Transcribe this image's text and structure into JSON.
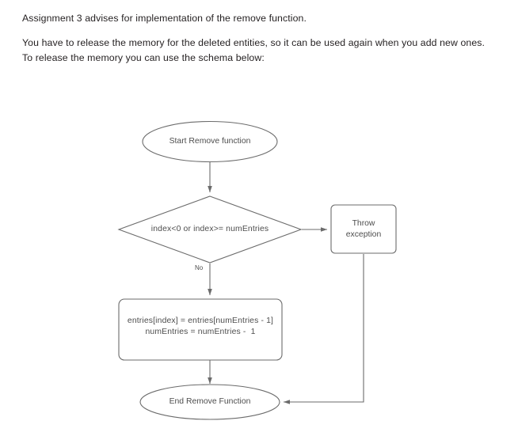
{
  "document": {
    "paragraphs": [
      "Assignment 3 advises for implementation of the remove function.",
      "You have to release the memory for the deleted entities, so it can be used again when you add new ones. To release the memory you can use the schema below:"
    ]
  },
  "flowchart": {
    "stroke_color": "#6b6b6b",
    "text_color": "#4d4d4d",
    "nodes": [
      {
        "id": "start",
        "type": "terminator",
        "label": "Start Remove function"
      },
      {
        "id": "decision",
        "type": "decision",
        "label": "index<0 or index>= numEntries"
      },
      {
        "id": "throw",
        "type": "process",
        "label_line1": "Throw",
        "label_line2": "exception"
      },
      {
        "id": "process",
        "type": "process",
        "label_line1": "entries[index] = entries[numEntries - 1]",
        "label_line2": "numEntries = numEntries -  1"
      },
      {
        "id": "end",
        "type": "terminator",
        "label": "End Remove Function"
      }
    ],
    "edge_labels": [
      {
        "id": "no-branch",
        "label": "No"
      }
    ]
  }
}
